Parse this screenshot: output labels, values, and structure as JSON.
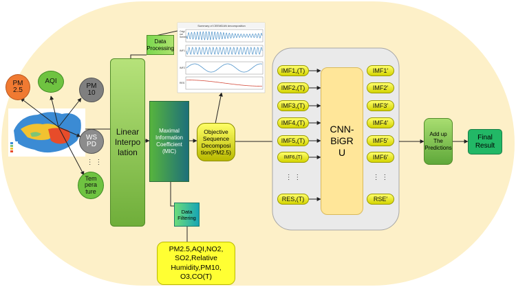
{
  "clouds": {
    "pm25": "PM\n2.5",
    "aqi": "AQI",
    "pm10": "PM\n10",
    "wspd": "WS\nPD",
    "temperature": "Tem\npera\nture",
    "ellipsis": "⋮ ⋮"
  },
  "linear_interpolation": "Linear\nInterpo\nlation",
  "data_processing": "Data\nProcessing",
  "mic": "Maximal\nInformation\nCoefficient\n(MIC)",
  "data_filtering": "Data\nFiltering",
  "features_box": "PM2.5,AQI,NO2,\nSO2,Relative\nHumidity,PM10,\nO3,CO(T)",
  "osd": "Objective\nSequence\nDecomposi\ntion(PM2.5)",
  "decomp_plot": {
    "title": "Summary of CEEMDAN decomposition",
    "panel_labels": [
      "Origi\nnal\nSeries",
      "IMF1",
      "IMF2",
      "RES"
    ]
  },
  "imf_inputs": [
    "IMF1,(T)",
    "IMF2,(T)",
    "IMF3,(T)",
    "IMF4,(T)",
    "IMF5,(T)",
    "IMF6,(T)",
    "⋮  ⋮",
    "RES,(T)"
  ],
  "cnn": "CNN-\nBiGR\nU",
  "imf_outputs": [
    "IMF1′",
    "IMF2′",
    "IMF3′",
    "IMF4′",
    "IMF5′",
    "IMF6′",
    "⋮  ⋮",
    "RSE′"
  ],
  "addup": "Add up\nThe\nPredictions",
  "final": "Final\nResult",
  "colors": {
    "background_blob": "#fdf0c8",
    "cloud_pm25": "#f07a32",
    "cloud_green": "#6fc341",
    "cloud_gray": "#7f7f7f",
    "imf_yellow": "#ffff33",
    "panel_gray": "#eaeaea",
    "cnn_fill": "#ffe699",
    "final_green": "#22b866"
  }
}
